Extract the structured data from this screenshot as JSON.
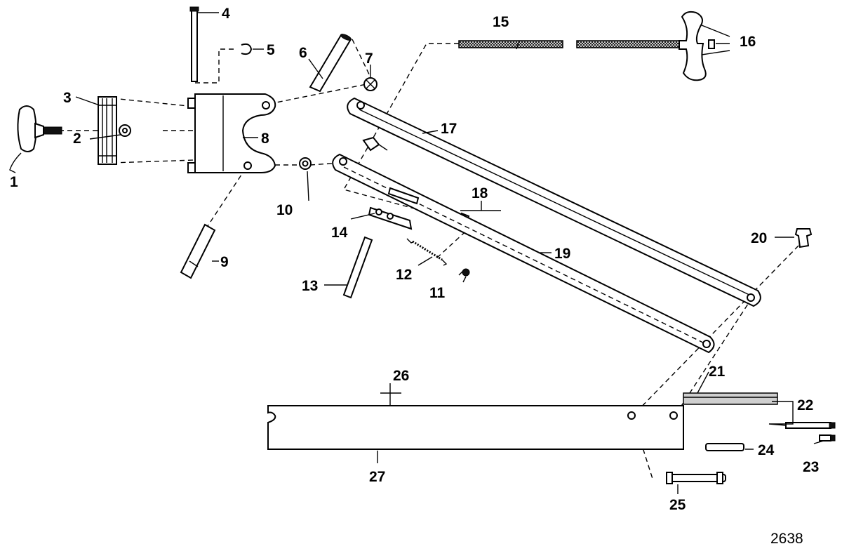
{
  "diagram": {
    "figure_number": "2638",
    "callouts": [
      "1",
      "2",
      "3",
      "4",
      "5",
      "6",
      "7",
      "8",
      "9",
      "10",
      "11",
      "12",
      "13",
      "14",
      "15",
      "16",
      "17",
      "18",
      "19",
      "20",
      "21",
      "22",
      "23",
      "24",
      "25",
      "26",
      "27"
    ]
  }
}
